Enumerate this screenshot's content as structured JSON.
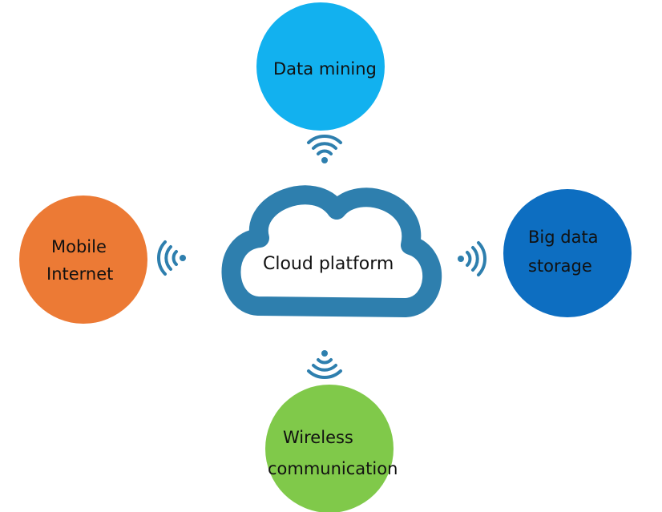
{
  "diagram": {
    "center": {
      "label": "Cloud platform",
      "icon": "cloud-icon",
      "color": "#2e7fae"
    },
    "nodes": [
      {
        "id": "data-mining",
        "lines": [
          "Data mining"
        ],
        "color": "#12b1ef"
      },
      {
        "id": "big-data-storage",
        "lines": [
          "Big data",
          "storage"
        ],
        "color": "#0d6ec1"
      },
      {
        "id": "mobile-internet",
        "lines": [
          "Mobile",
          "Internet"
        ],
        "color": "#ec7a35"
      },
      {
        "id": "wireless-communication",
        "lines": [
          "Wireless",
          "communication"
        ],
        "color": "#80c94a"
      }
    ],
    "connector_icon": "wifi-signal-icon",
    "connector_color": "#2e7fae"
  }
}
